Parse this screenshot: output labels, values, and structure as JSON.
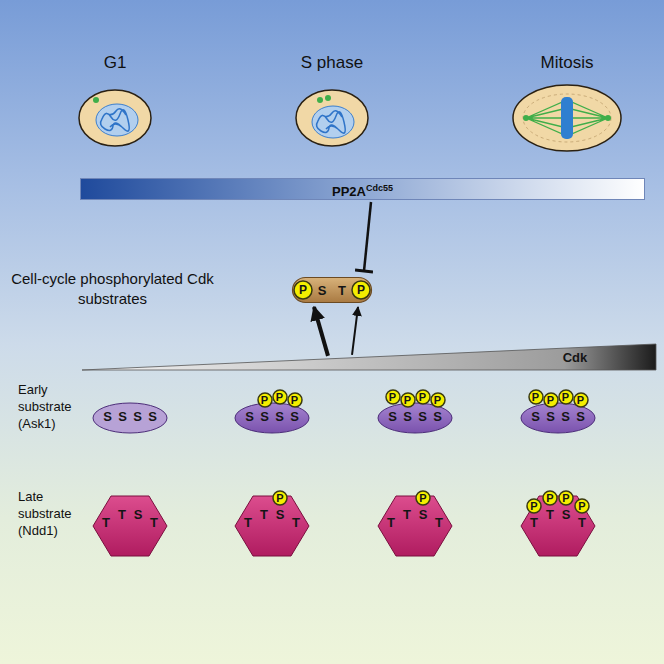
{
  "diagram": {
    "nodes": [
      {
        "text": [
          "PP2A",
          "Cdc55"
        ]
      },
      {
        "text": [
          "S",
          "T"
        ]
      },
      {
        "text": [
          "P"
        ],
        "in": 1
      },
      {
        "text": [
          "P"
        ],
        "in": 1
      },
      {
        "text": [
          "Cdk"
        ]
      },
      {
        "text": [
          "S",
          "S",
          "S",
          "S"
        ]
      },
      {
        "text": [
          "S",
          "S",
          "S",
          "S"
        ]
      },
      {
        "text": [
          "P"
        ],
        "in": 6
      },
      {
        "text": [
          "P"
        ],
        "in": 6
      },
      {
        "text": [
          "P"
        ],
        "in": 6
      },
      {
        "text": [
          "S",
          "S",
          "S",
          "S"
        ]
      },
      {
        "text": [
          "P"
        ],
        "in": 10
      },
      {
        "text": [
          "P"
        ],
        "in": 10
      },
      {
        "text": [
          "P"
        ],
        "in": 10
      },
      {
        "text": [
          "P"
        ],
        "in": 10
      },
      {
        "text": [
          "S",
          "S",
          "S",
          "S"
        ]
      },
      {
        "text": [
          "P"
        ],
        "in": 15
      },
      {
        "text": [
          "P"
        ],
        "in": 15
      },
      {
        "text": [
          "P"
        ],
        "in": 15
      },
      {
        "text": [
          "P"
        ],
        "in": 15
      },
      {
        "text": [
          "T",
          "T",
          "S",
          "T"
        ]
      },
      {
        "text": [
          "T",
          "T",
          "S",
          "T"
        ]
      },
      {
        "text": [
          "P"
        ],
        "in": 21
      },
      {
        "text": [
          "T",
          "T",
          "S",
          "T"
        ]
      },
      {
        "text": [
          "P"
        ],
        "in": 23
      },
      {
        "text": [
          "T",
          "T",
          "S",
          "T"
        ]
      },
      {
        "text": [
          "P"
        ],
        "in": 25
      },
      {
        "text": [
          "P"
        ],
        "in": 25
      },
      {
        "text": [
          "P"
        ],
        "in": 25
      },
      {
        "text": [
          "P"
        ],
        "in": 25
      }
    ],
    "edges": [
      {
        "from": 4,
        "to": 1,
        "arrow": "to"
      },
      {
        "from": 4,
        "to": 1,
        "arrow": "to"
      },
      {
        "from": 0,
        "to": 1,
        "arrow": "to"
      }
    ],
    "labels": [
      "G1",
      "S phase",
      "Mitosis",
      "Cell-cycle phosphorylated Cdk substrates",
      "Early substrate (Ask1)",
      "Late substrate (Ndd1)"
    ]
  }
}
